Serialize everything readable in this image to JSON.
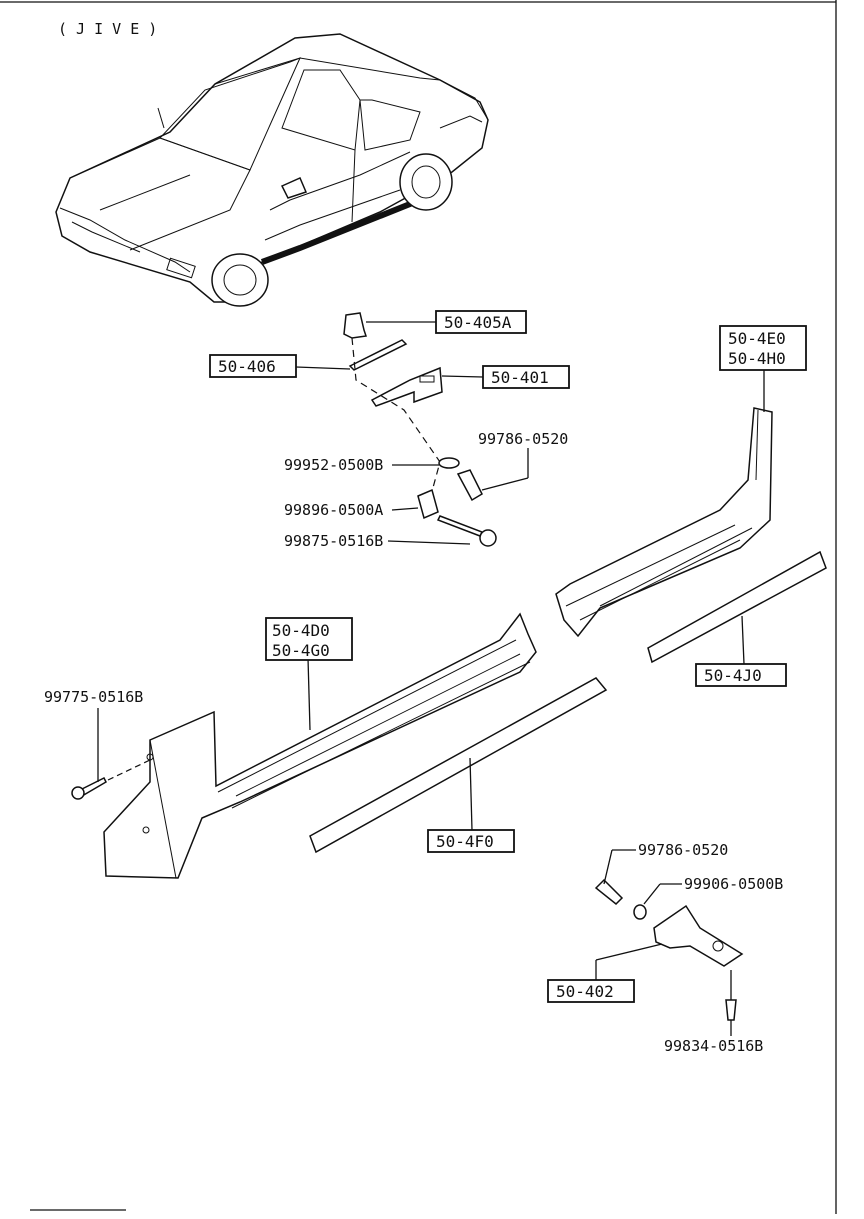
{
  "header": {
    "variant_label": "( J I V E )"
  },
  "callouts": {
    "p50_405A": "50-405A",
    "p50_406": "50-406",
    "p50_401": "50-401",
    "p50_4E0": "50-4E0",
    "p50_4H0": "50-4H0",
    "p50_4D0": "50-4D0",
    "p50_4G0": "50-4G0",
    "p50_4J0": "50-4J0",
    "p50_4F0": "50-4F0",
    "p50_402": "50-402"
  },
  "part_numbers": {
    "n99786_0520_a": "99786-0520",
    "n99952_0500B": "99952-0500B",
    "n99896_0500A": "99896-0500A",
    "n99875_0516B": "99875-0516B",
    "n99775_0516B": "99775-0516B",
    "n99786_0520_b": "99786-0520",
    "n99906_0500B": "99906-0500B",
    "n99834_0516B": "99834-0516B"
  }
}
